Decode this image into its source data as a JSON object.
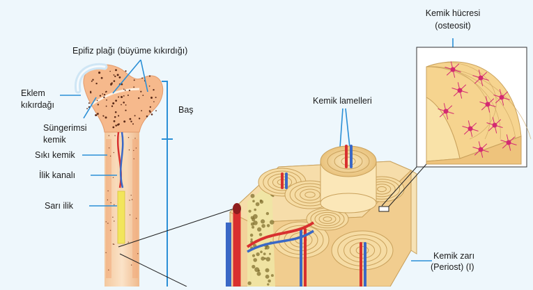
{
  "labels": {
    "epiphyseal_plate": "Epifiz plağı (büyüme kıkırdığı)",
    "joint_cartilage_1": "Eklem",
    "joint_cartilage_2": "kıkırdağı",
    "spongy_bone_1": "Süngerimsi",
    "spongy_bone_2": "kemik",
    "compact_bone": "Sıkı kemik",
    "marrow_canal": "İlik kanalı",
    "yellow_marrow": "Sarı ilik",
    "head": "Baş",
    "lamellae": "Kemik lamelleri",
    "osteocyte_1": "Kemik hücresi",
    "osteocyte_2": "(osteosit)",
    "periosteum_1": "Kemik zarı",
    "periosteum_2": "(Periost) (I)"
  },
  "colors": {
    "background": "#eef7fc",
    "bone": "#f6b98c",
    "bone_dark": "#e39a6b",
    "pointer": "#2a8fd6",
    "marrow": "#f2e55c",
    "artery": "#d8302f",
    "vein": "#3a68c6",
    "lamella": "#f4dca0",
    "osteocyte": "#d42a72"
  }
}
